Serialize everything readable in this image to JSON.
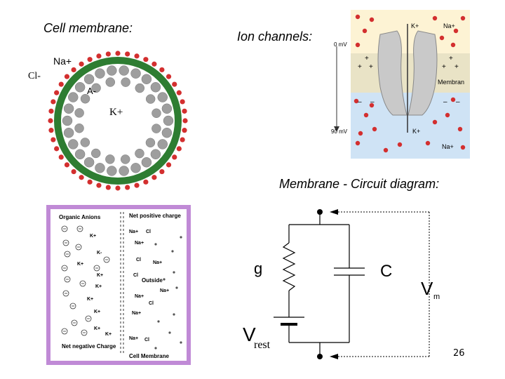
{
  "slide": {
    "cell_membrane_title": "Cell membrane:",
    "ion_channels_title": "Ion channels:",
    "circuit_title": "Membrane - Circuit diagram:",
    "page_number": "26"
  },
  "cell_diagram": {
    "na_label": "Na+",
    "cl_label": "Cl-",
    "a_label": "A-",
    "k_label": "K+",
    "colors": {
      "membrane": "#2e7d32",
      "na_dots": "#d32f2f",
      "k_dots": "#9e9e9e"
    }
  },
  "ion_channel": {
    "mv_top": "0 mV",
    "mv_bottom": "90 mV",
    "k_top": "K+",
    "na_top": "Na+",
    "membrane_label": "Membran",
    "k_bottom": "K+",
    "na_bottom": "Na+",
    "colors": {
      "outside": "#fdf3d4",
      "inside": "#cfe3f5",
      "ions": "#d32f2f",
      "channel": "#c9c9c9"
    }
  },
  "charge_diagram": {
    "organic_anions": "Organic Anions",
    "net_positive_charge": "Net positive charge",
    "outside": "Outside",
    "net_negative_charge": "Net negative Charge",
    "cell_membrane": "Cell Membrane",
    "right_ions": [
      "Na+",
      "Cl",
      "Na+",
      "Cl",
      "Na+",
      "Cl",
      "Na+",
      "Na+",
      "Cl",
      "Na+",
      "Na+",
      "Cl"
    ],
    "left_ions": [
      "K+",
      "K-",
      "K+",
      "K+",
      "K+",
      "K+",
      "K+",
      "K+",
      "K+"
    ],
    "colors": {
      "border": "#c08ad6",
      "panel": "#ffffff"
    }
  },
  "circuit": {
    "g_label": "g",
    "c_label": "C",
    "vm_label": "V",
    "vm_sub": "m",
    "vrest_label": "V",
    "vrest_sub": "rest"
  }
}
